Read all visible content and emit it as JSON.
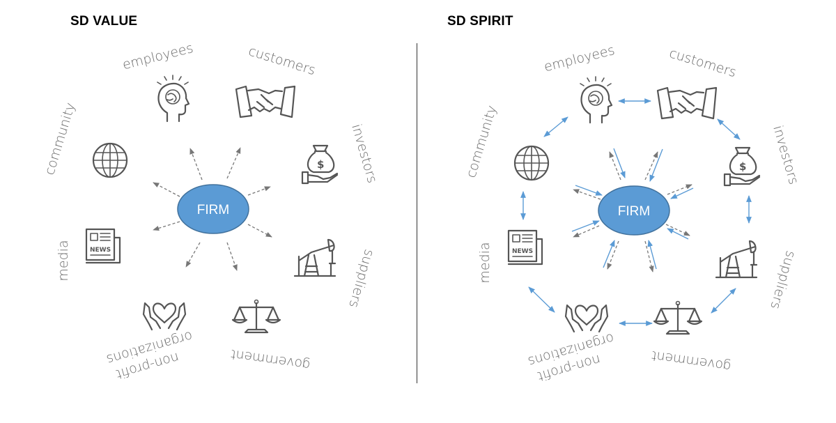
{
  "titles": {
    "left": "SD VALUE",
    "right": "SD SPIRIT"
  },
  "center": {
    "label": "FIRM",
    "fill": "#5b9bd5",
    "stroke": "#41719c"
  },
  "stakeholders": [
    {
      "key": "employees",
      "label": "employees",
      "icon": "head-brain-icon"
    },
    {
      "key": "customers",
      "label": "customers",
      "icon": "handshake-icon"
    },
    {
      "key": "investors",
      "label": "investors",
      "icon": "money-bag-hand-icon"
    },
    {
      "key": "suppliers",
      "label": "suppliers",
      "icon": "oil-pump-icon"
    },
    {
      "key": "government",
      "label": "government",
      "icon": "scales-icon"
    },
    {
      "key": "nonprofit",
      "label": "non-profit",
      "label2": "organizations",
      "icon": "heart-hands-icon"
    },
    {
      "key": "media",
      "label": "media",
      "icon": "newspaper-icon",
      "icon_text": "NEWS"
    },
    {
      "key": "community",
      "label": "community",
      "icon": "globe-icon"
    }
  ],
  "colors": {
    "arrow_gray": "#777777",
    "arrow_blue": "#5b9bd5",
    "label_gray": "#6b6b6b",
    "icon_gray": "#555555"
  }
}
